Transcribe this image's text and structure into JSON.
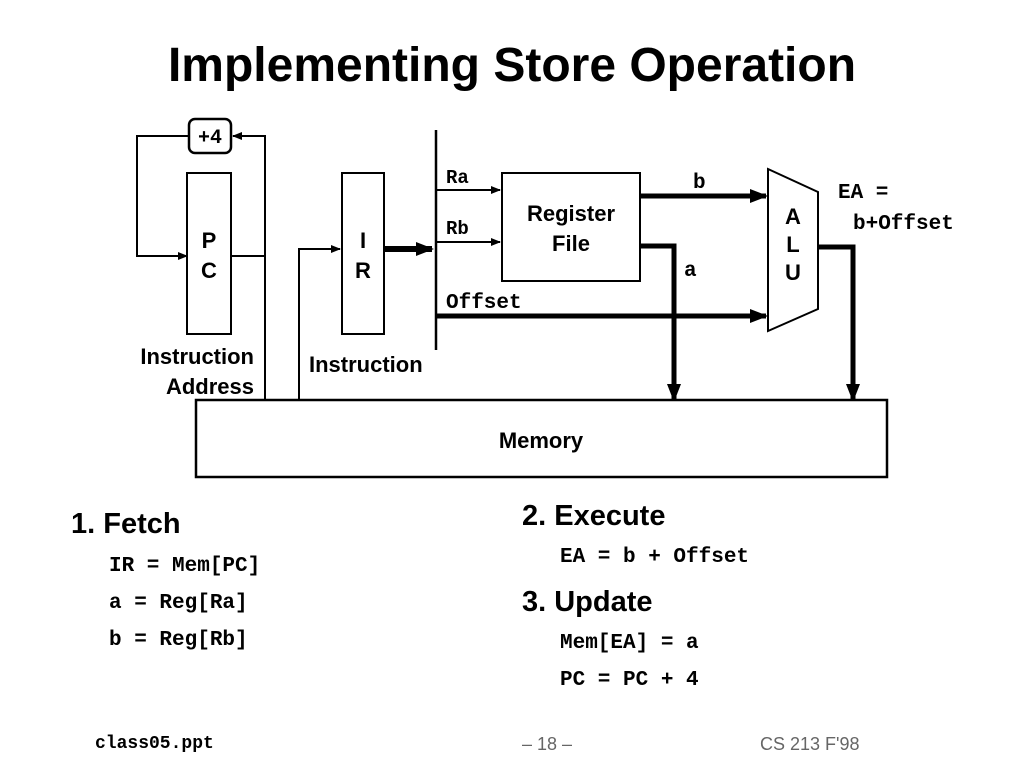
{
  "title": "Implementing Store Operation",
  "diagram": {
    "plus4": "+4",
    "pc": [
      "P",
      "C"
    ],
    "ir": [
      "I",
      "R"
    ],
    "ra": "Ra",
    "rb": "Rb",
    "offset": "Offset",
    "regfile": [
      "Register",
      "File"
    ],
    "b": "b",
    "a": "a",
    "alu": [
      "A",
      "L",
      "U"
    ],
    "ea": [
      "EA =",
      "b+Offset"
    ],
    "instr_addr": [
      "Instruction",
      "Address"
    ],
    "instruction": "Instruction",
    "memory": "Memory"
  },
  "steps": {
    "fetch": {
      "title": "1. Fetch",
      "lines": [
        "IR = Mem[PC]",
        "a = Reg[Ra]",
        "b = Reg[Rb]"
      ]
    },
    "execute": {
      "title": "2. Execute",
      "lines": [
        "EA = b + Offset"
      ]
    },
    "update": {
      "title": "3. Update",
      "lines": [
        "Mem[EA] = a",
        "PC = PC + 4"
      ]
    }
  },
  "footer": {
    "left": "class05.ppt",
    "center": "– 18 –",
    "right": "CS 213 F'98"
  }
}
